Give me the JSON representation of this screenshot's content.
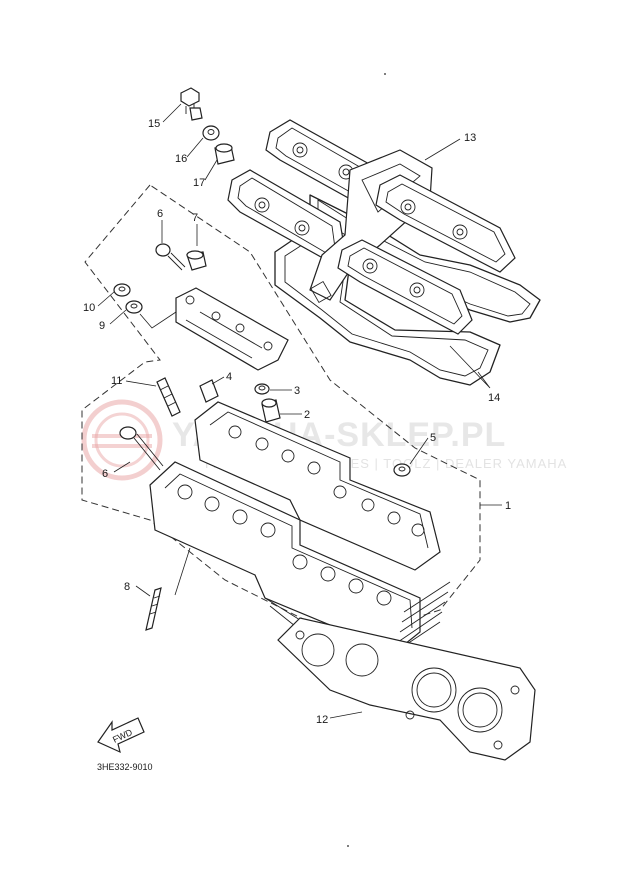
{
  "watermark": {
    "main_text": "YAMAHA-SKLEP.PL",
    "sub_text": "PARTS | ACCESSORIES | TOOLZ | DEALER YAMAHA",
    "logo_color": "#e8a0a0",
    "text_color": "#e6e6e6"
  },
  "diagram_code": "3HE332-9010",
  "fwd_label": "FWD",
  "callouts": [
    {
      "id": "c15",
      "label": "15"
    },
    {
      "id": "c16",
      "label": "16"
    },
    {
      "id": "c17",
      "label": "17"
    },
    {
      "id": "c13",
      "label": "13"
    },
    {
      "id": "c6a",
      "label": "6"
    },
    {
      "id": "c7",
      "label": "7"
    },
    {
      "id": "c10",
      "label": "10"
    },
    {
      "id": "c9",
      "label": "9"
    },
    {
      "id": "c4",
      "label": "4"
    },
    {
      "id": "c3",
      "label": "3"
    },
    {
      "id": "c2",
      "label": "2"
    },
    {
      "id": "c11",
      "label": "11"
    },
    {
      "id": "c14",
      "label": "14"
    },
    {
      "id": "c6b",
      "label": "6"
    },
    {
      "id": "c5",
      "label": "5"
    },
    {
      "id": "c1",
      "label": "1"
    },
    {
      "id": "c8",
      "label": "8"
    },
    {
      "id": "c12",
      "label": "12"
    }
  ]
}
